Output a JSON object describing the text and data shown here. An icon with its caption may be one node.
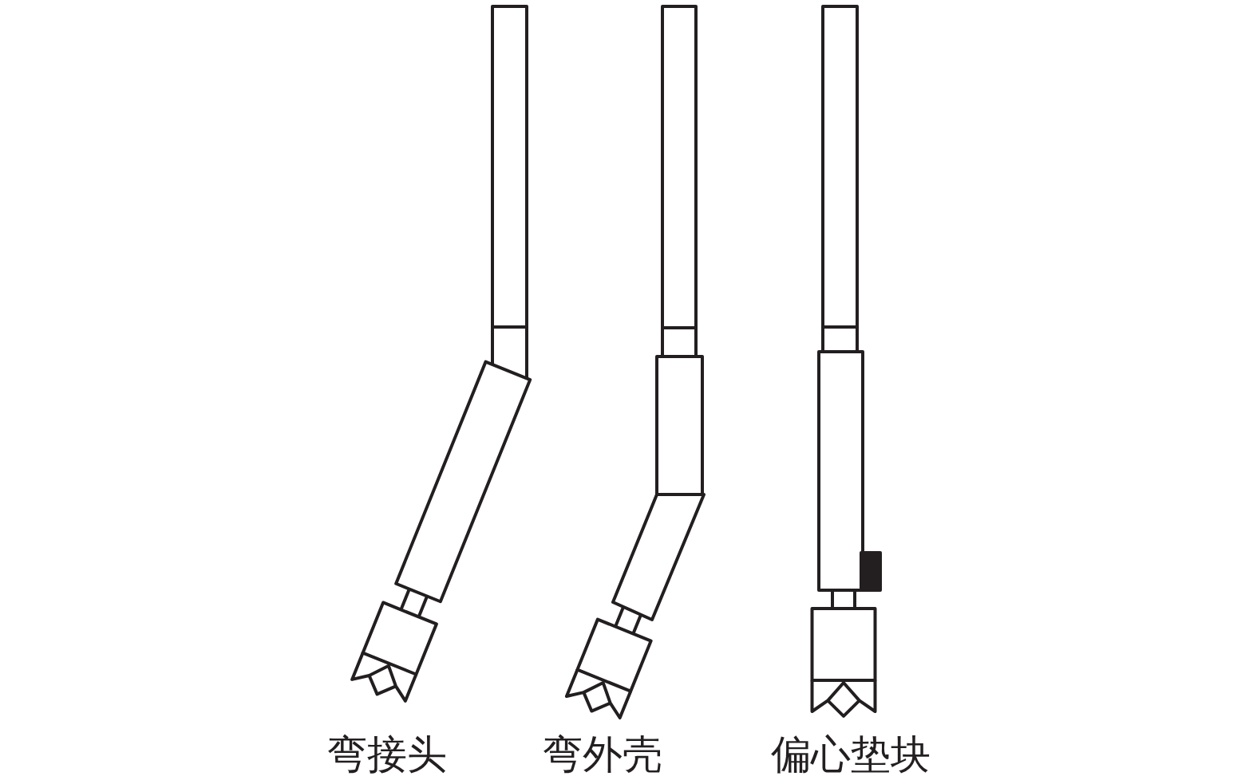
{
  "diagram": {
    "labels": [
      "弯接头",
      "弯外壳",
      "偏心垫块"
    ]
  }
}
